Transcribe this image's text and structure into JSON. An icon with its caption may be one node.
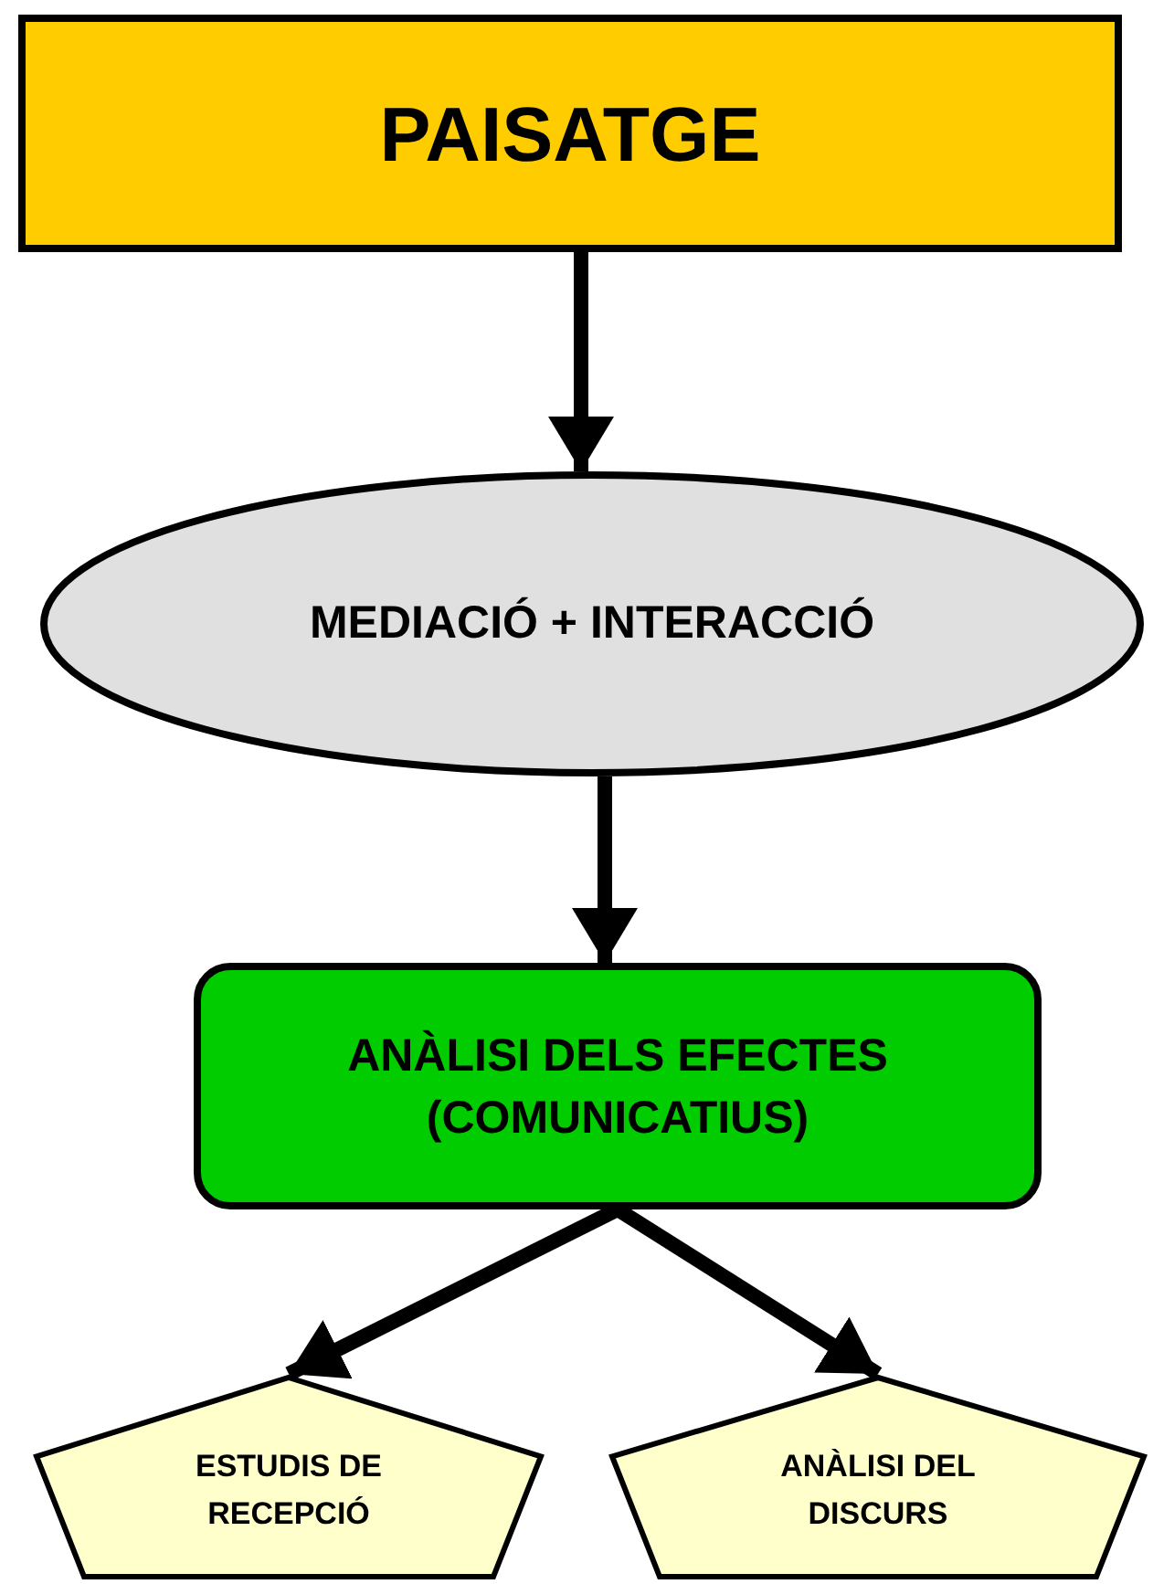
{
  "diagram": {
    "nodes": [
      {
        "text": [
          "PAISATGE"
        ]
      },
      {
        "text": [
          "MEDIACIÓ + INTERACCIÓ"
        ]
      },
      {
        "text": [
          "ANÀLISI DELS EFECTES (COMUNICATIUS)"
        ]
      },
      {
        "text": [
          "ESTUDIS DE RECEPCIÓ"
        ]
      },
      {
        "text": [
          "ANÀLISI DEL DISCURS"
        ]
      }
    ],
    "edges": [
      {
        "from": 0,
        "to": 1,
        "arrow": "to"
      },
      {
        "from": 1,
        "to": 2,
        "arrow": "to"
      },
      {
        "from": 2,
        "to": 3,
        "arrow": "to"
      },
      {
        "from": 2,
        "to": 4,
        "arrow": "to"
      }
    ]
  }
}
